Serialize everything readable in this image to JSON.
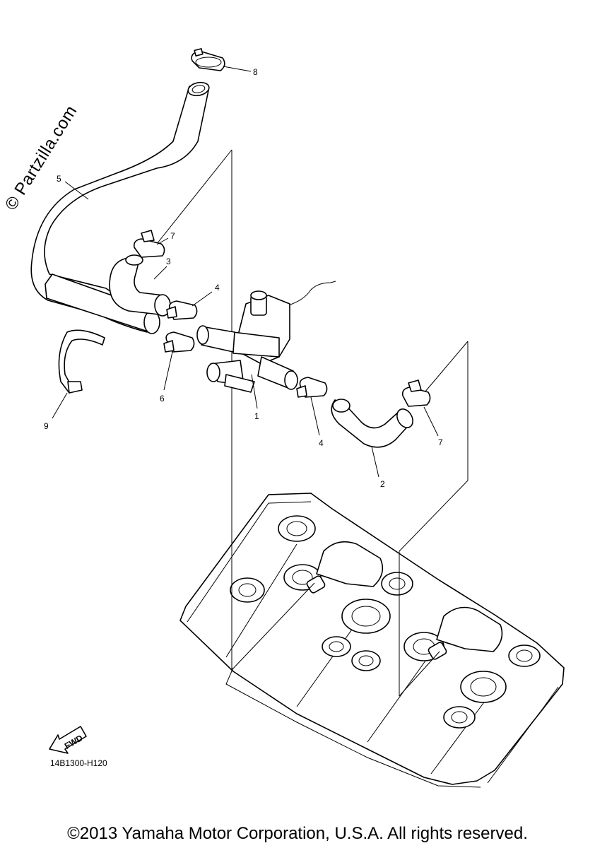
{
  "watermark": "© Partzilla.com",
  "diagram_code": "14B1300-H120",
  "fwd_label": "FWD",
  "copyright": "©2013 Yamaha Motor Corporation, U.S.A. All rights reserved.",
  "callouts": [
    {
      "id": "callout-1",
      "number": "1"
    },
    {
      "id": "callout-2",
      "number": "2"
    },
    {
      "id": "callout-3",
      "number": "3"
    },
    {
      "id": "callout-4-upper",
      "number": "4"
    },
    {
      "id": "callout-4-lower",
      "number": "4"
    },
    {
      "id": "callout-5",
      "number": "5"
    },
    {
      "id": "callout-6",
      "number": "6"
    },
    {
      "id": "callout-7-upper",
      "number": "7"
    },
    {
      "id": "callout-7-right",
      "number": "7"
    },
    {
      "id": "callout-8",
      "number": "8"
    },
    {
      "id": "callout-9",
      "number": "9"
    }
  ]
}
